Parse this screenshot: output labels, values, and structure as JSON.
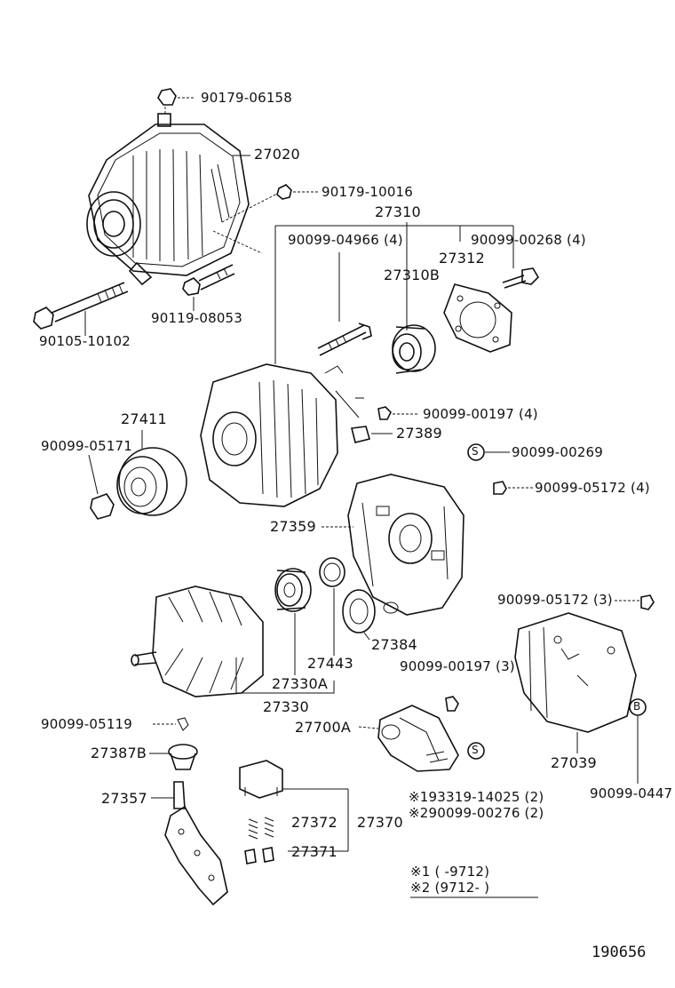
{
  "labels": {
    "p90179_06158": "90179-06158",
    "p27020": "27020",
    "p90179_10016": "90179-10016",
    "p27310": "27310",
    "p90099_04966": "90099-04966 (4)",
    "p90099_00268": "90099-00268 (4)",
    "p27312": "27312",
    "p27310B": "27310B",
    "p90119_08053": "90119-08053",
    "p90105_10102": "90105-10102",
    "p27411": "27411",
    "p90099_05171": "90099-05171",
    "p90099_00197_4": "90099-00197 (4)",
    "p27389": "27389",
    "p90099_00269": "90099-00269",
    "s_marker": "S",
    "p90099_05172_4": "90099-05172 (4)",
    "p27359": "27359",
    "p90099_05172_3": "90099-05172 (3)",
    "p27384": "27384",
    "p27443": "27443",
    "p90099_00197_3": "90099-00197 (3)",
    "p27330A": "27330A",
    "p27330": "27330",
    "b_marker": "B",
    "p90099_05119": "90099-05119",
    "p27700A": "27700A",
    "s_marker2": "S",
    "p27039": "27039",
    "p90099_04478": "90099-0447",
    "p27387B": "27387B",
    "p27357": "27357",
    "p193319": "※193319-14025 (2)",
    "p290099": "※290099-00276 (2)",
    "p27372": "27372",
    "p27370": "27370",
    "p27371": "27371",
    "note1": "※1 (       -9712)",
    "note2": "※2 (9712-       )"
  },
  "figure_id": "190656"
}
